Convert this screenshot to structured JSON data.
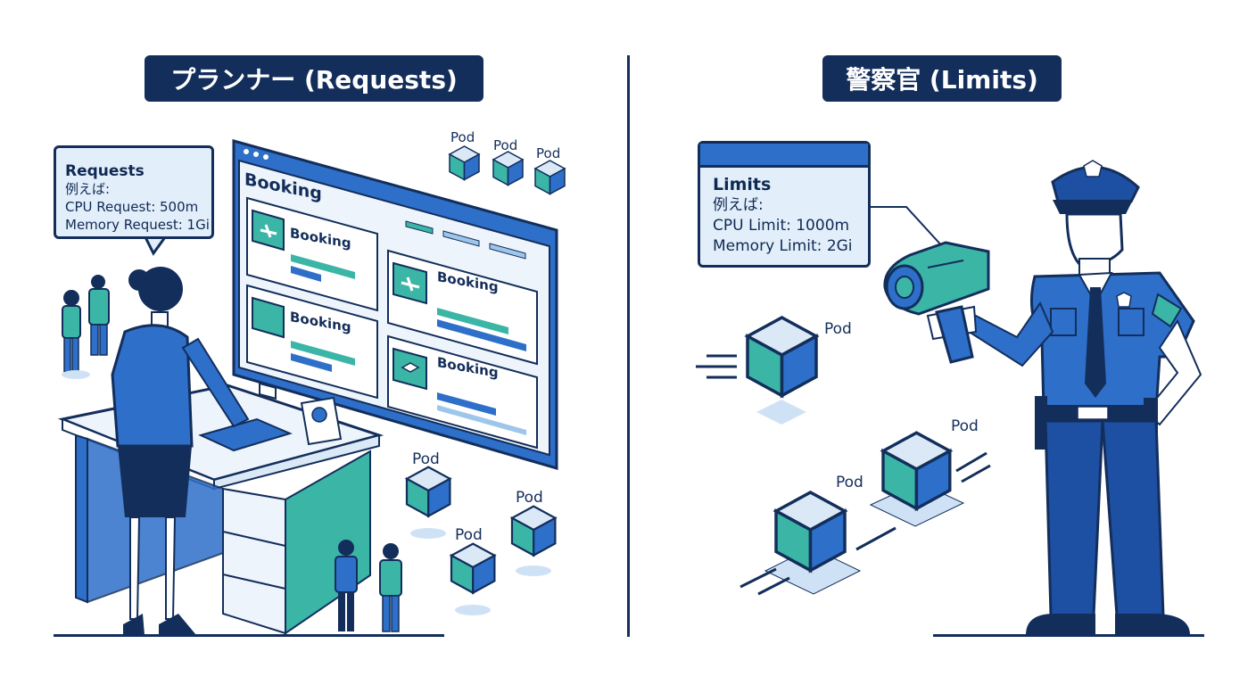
{
  "left": {
    "title": "プランナー (Requests)",
    "callout": {
      "heading": "Requests",
      "line1": "例えば:",
      "line2": "CPU Request: 500m",
      "line3": "Memory Request: 1Gi"
    },
    "booking_header": "Booking",
    "cards": [
      "Booking",
      "Booking",
      "Booking",
      "Booking"
    ],
    "card_icons": [
      "airplane-icon",
      "airplane-icon",
      "suitcase-icon",
      "package-icon"
    ],
    "pods": [
      "Pod",
      "Pod",
      "Pod",
      "Pod",
      "Pod",
      "Pod"
    ]
  },
  "right": {
    "title": "警察官 (Limits)",
    "callout": {
      "heading": "Limits",
      "line1": "例えば:",
      "line2": "CPU Limit: 1000m",
      "line3": "Memory Limit: 2Gi"
    },
    "pods": [
      "Pod",
      "Pod",
      "Pod"
    ]
  },
  "colors": {
    "navy": "#132e5b",
    "blue": "#2d6fc9",
    "teal": "#3bb5a6",
    "light": "#e3eefb"
  }
}
